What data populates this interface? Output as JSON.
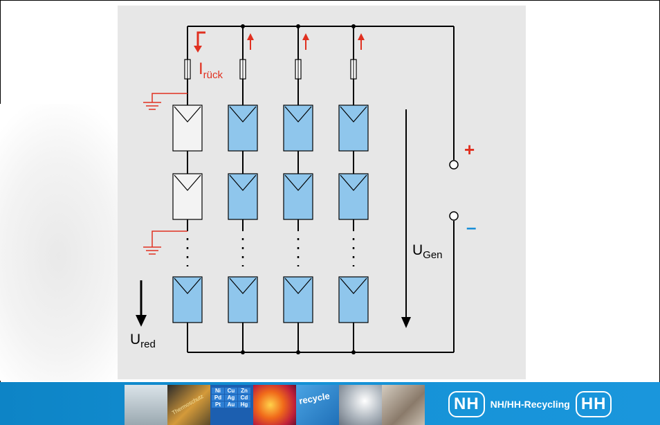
{
  "diagram": {
    "labels": {
      "reverse_current_main": "I",
      "reverse_current_sub": "rück",
      "plus": "+",
      "minus": "–",
      "generator_voltage_main": "U",
      "generator_voltage_sub": "Gen",
      "reduced_voltage_main": "U",
      "reduced_voltage_sub": "red"
    }
  },
  "footer": {
    "logo_left": "NH",
    "brand_text": "NH/HH-Recycling",
    "logo_right": "HH",
    "tile_texts": [
      "Thermoschutz",
      "Ni",
      "Cu",
      "Zn",
      "Pd",
      "Ag",
      "Cd",
      "Pt",
      "Au",
      "Hg",
      "recycle"
    ]
  },
  "colors": {
    "module_fill": "#8fc6ec",
    "faulted_module_fill": "#f3f3f3",
    "wire": "#000000",
    "accent_red": "#e03020",
    "accent_blue": "#1a8fd8",
    "footer_blue": "#1592d6"
  }
}
